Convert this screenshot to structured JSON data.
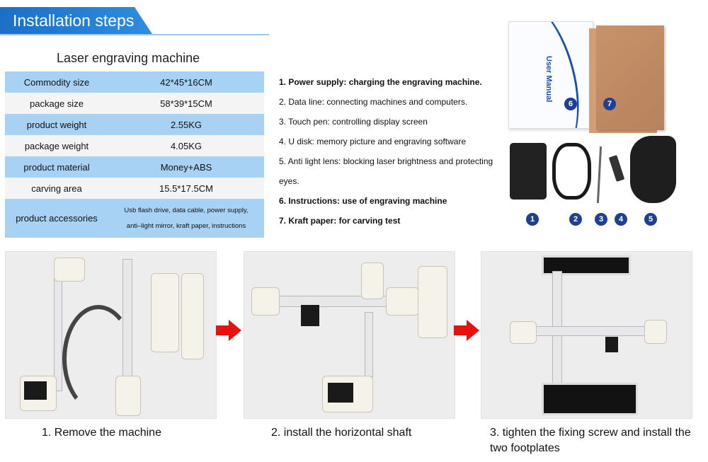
{
  "header": {
    "title": "Installation steps"
  },
  "specs": {
    "title": "Laser engraving machine",
    "rows": [
      {
        "key": "Commodity size",
        "value": "42*45*16CM"
      },
      {
        "key": "package size",
        "value": "58*39*15CM"
      },
      {
        "key": "product weight",
        "value": "2.55KG"
      },
      {
        "key": "package weight",
        "value": "4.05KG"
      },
      {
        "key": "product material",
        "value": "Money+ABS"
      },
      {
        "key": "carving area",
        "value": "15.5*17.5CM"
      }
    ],
    "accessories": {
      "key": "product accessories",
      "line1": "Usb flash drive, data cable, power supply,",
      "line2": "anti–light mirror, kraft paper, instructions"
    }
  },
  "instructions": {
    "i1": "1. Power supply: charging the engraving machine.",
    "i2": "2. Data line: connecting machines and computers.",
    "i3": "3. Touch pen: controlling display screen",
    "i4": "4. U disk: memory picture and engraving software",
    "i5a": "5. Anti light lens: blocking laser brightness and protecting",
    "i5b": "eyes.",
    "i6": "6. Instructions: use of engraving machine",
    "i7": "7. Kraft paper: for carving test"
  },
  "kit": {
    "manual_text": "User Manual",
    "badges": [
      "1",
      "2",
      "3",
      "4",
      "5",
      "6",
      "7"
    ]
  },
  "steps": {
    "s1": "1. Remove the machine",
    "s2": "2. install the horizontal shaft",
    "s3": "3. tighten the fixing screw and install the two footplates"
  },
  "colors": {
    "accent": "#2e8ee0",
    "table_blue": "#a8d2f4",
    "arrow": "#e8120c",
    "badge": "#1f3f8f"
  }
}
